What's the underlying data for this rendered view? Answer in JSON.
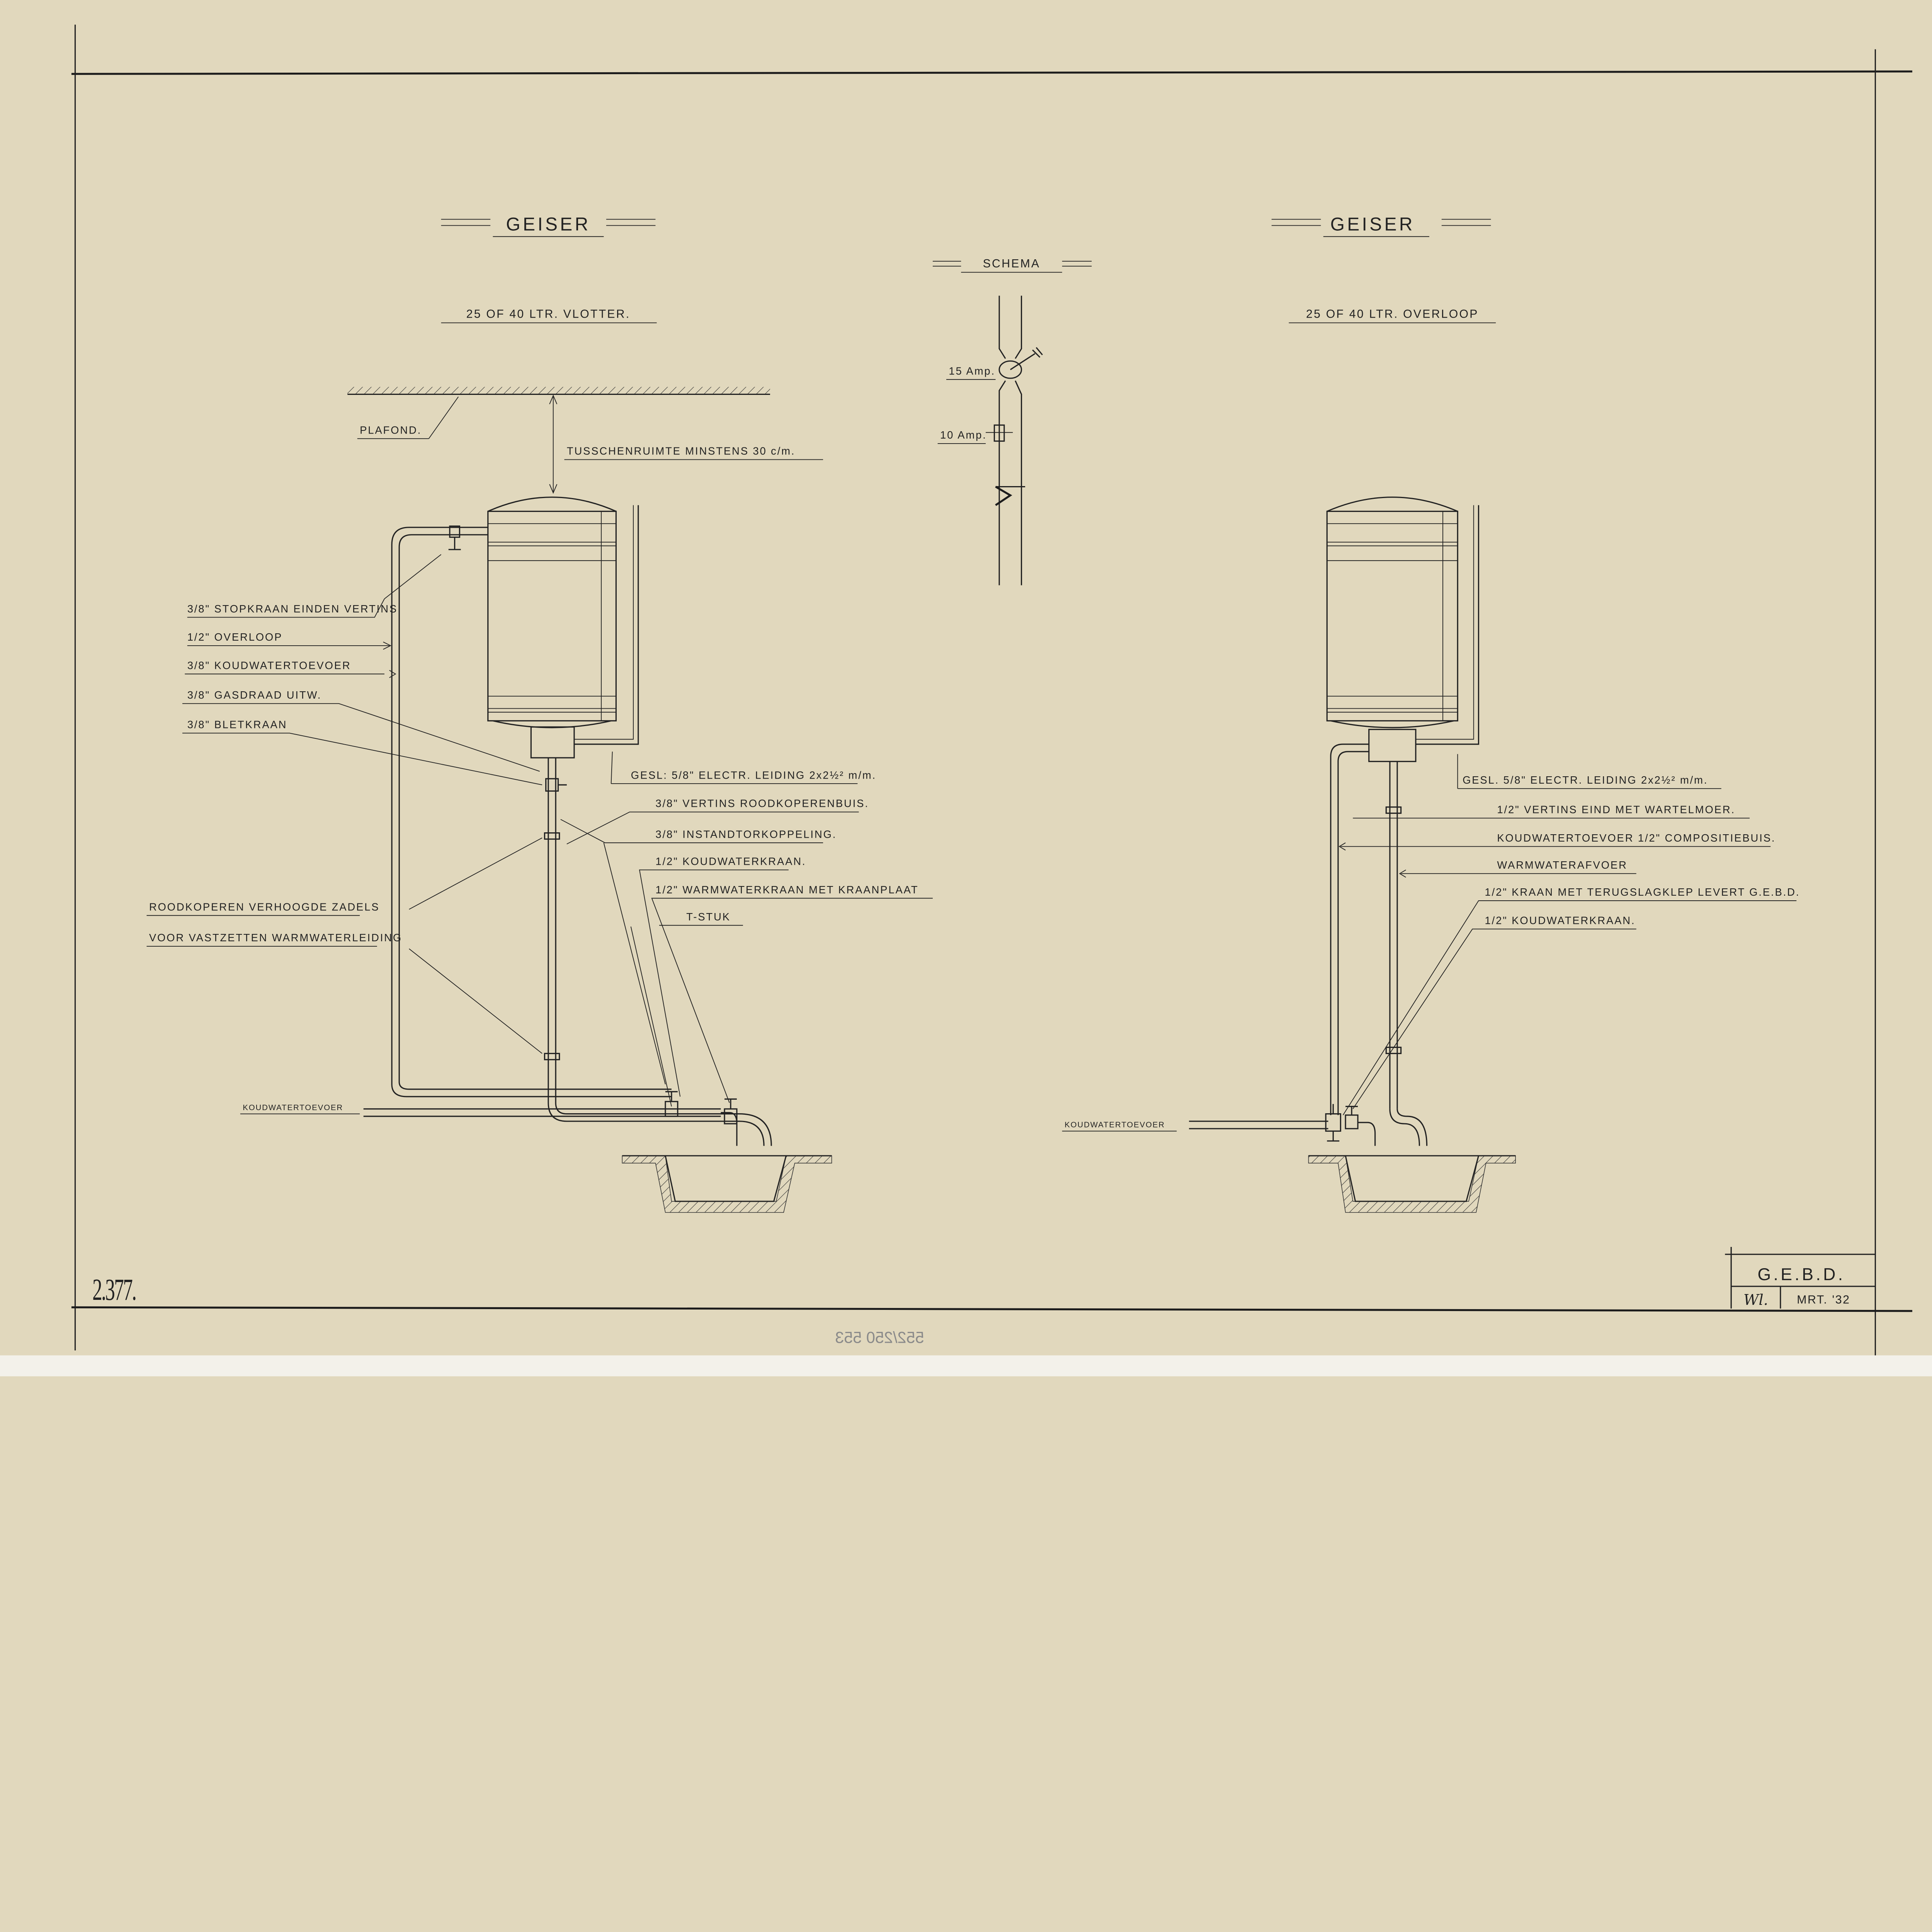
{
  "colors": {
    "paper": "#e1d8bd",
    "ink": "#222222",
    "pencil": "#8a8a8a"
  },
  "left": {
    "title": "GEISER",
    "subtitle": "25 OF 40 LTR. VLOTTER.",
    "ceiling_label": "PLAFOND.",
    "clearance_label": "TUSSCHENRUIMTE MINSTENS 30 c/m.",
    "labels_left": [
      "3/8\" STOPKRAAN EINDEN VERTINS",
      "1/2\" OVERLOOP",
      "3/8\" KOUDWATERTOEVOER",
      "3/8\" GASDRAAD UITW.",
      "3/8\" BLETKRAAN"
    ],
    "saddle_labels": [
      "ROODKOPEREN VERHOOGDE ZADELS",
      "VOOR VASTZETTEN WARMWATERLEIDING"
    ],
    "labels_right": [
      "GESL: 5/8\" ELECTR. LEIDING 2x2½² m/m.",
      "3/8\" VERTINS ROODKOPERENBUIS.",
      "3/8\" INSTANDTORKOPPELING.",
      "1/2\" KOUDWATERKRAAN.",
      "1/2\" WARMWATERKRAAN MET KRAANPLAAT",
      "T-STUK"
    ],
    "supply_label": "KOUDWATERTOEVOER"
  },
  "schema": {
    "title": "SCHEMA",
    "switch_label": "15 Amp.",
    "fuse_label": "10 Amp."
  },
  "right": {
    "title": "GEISER",
    "subtitle": "25 OF 40 LTR. OVERLOOP",
    "labels": [
      "GESL. 5/8\" ELECTR. LEIDING 2x2½² m/m.",
      "1/2\" VERTINS EIND MET WARTELMOER.",
      "KOUDWATERTOEVOER 1/2\" COMPOSITIEBUIS.",
      "WARMWATERAFVOER",
      "1/2\" KRAAN MET TERUGSLAGKLEP LEVERT G.E.B.D.",
      "1/2\" KOUDWATERKRAAN."
    ],
    "supply_label": "KOUDWATERTOEVOER"
  },
  "footer": {
    "drawing_number": "2.377.",
    "pencil_note": "552/250 553"
  },
  "title_block": {
    "office": "G.E.B.D.",
    "initials": "Wl.",
    "date": "MRT. '32"
  }
}
